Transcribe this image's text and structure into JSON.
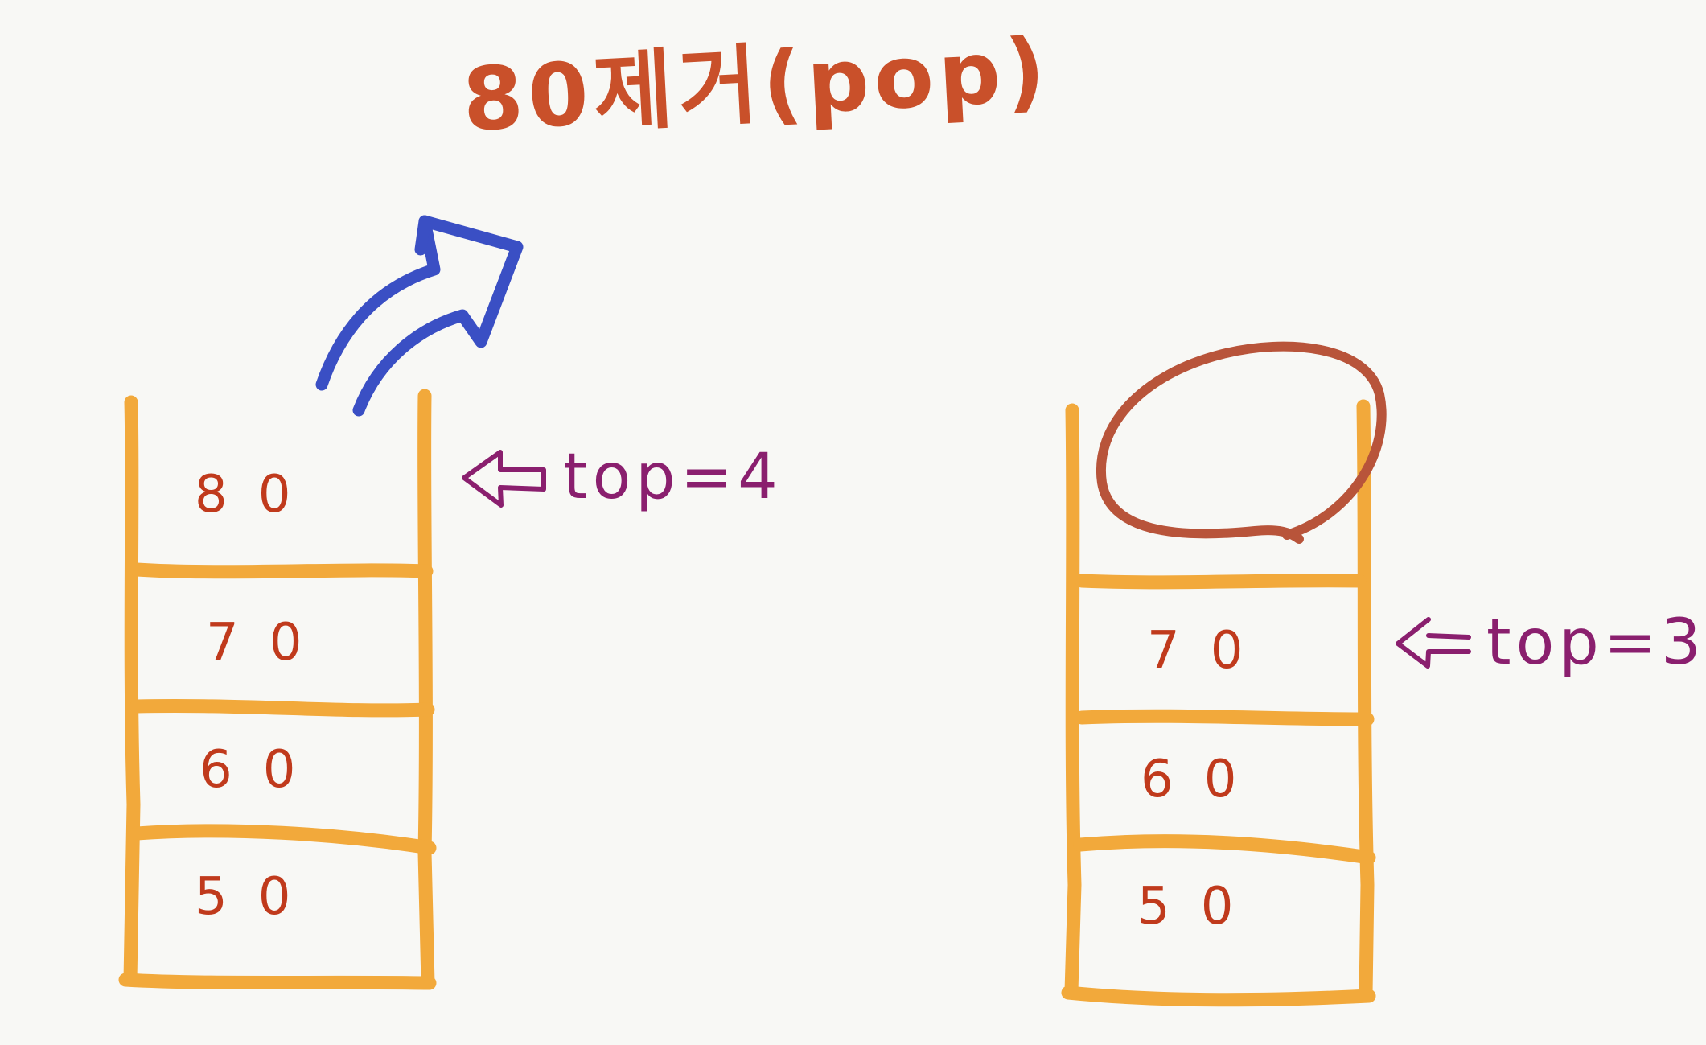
{
  "title": "80제거(pop)",
  "colors": {
    "stack_lines": "#f2a93b",
    "values": "#c03a1c",
    "title": "#c9502a",
    "pointer": "#8a1f6e",
    "pop_arrow": "#3a4fc4",
    "removed_circle": "#b8543a",
    "background": "#f8f8f5"
  },
  "left_stack": {
    "cells": [
      "80",
      "70",
      "60",
      "50"
    ],
    "pointer_label": "top=4"
  },
  "right_stack": {
    "cells": [
      "",
      "70",
      "60",
      "50"
    ],
    "pointer_label": "top=3"
  },
  "icons": {
    "pop_arrow": "curved-up-right-arrow-icon",
    "left_pointer": "hollow-left-arrow-icon",
    "right_pointer": "hollow-left-arrow-icon",
    "removed_marker": "circle-outline-icon"
  }
}
